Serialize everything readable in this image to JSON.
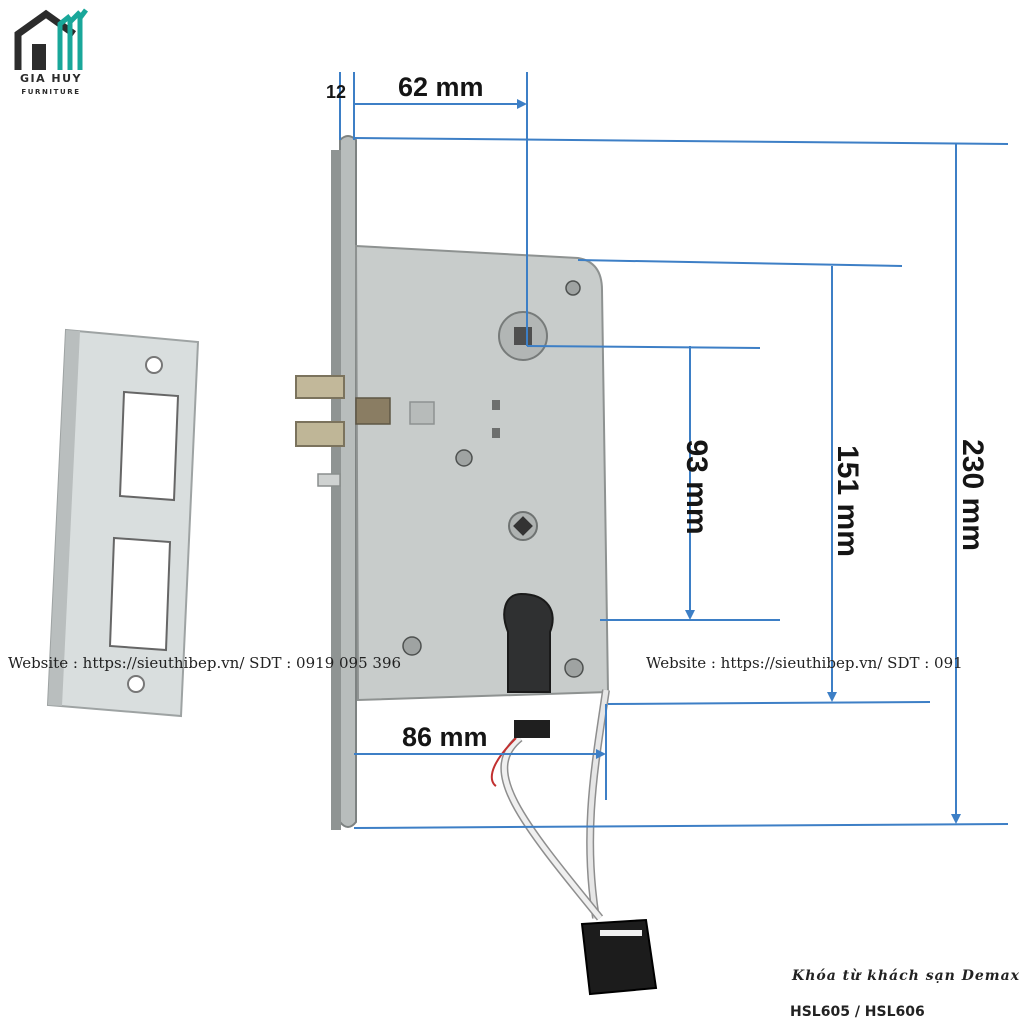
{
  "logo": {
    "name": "GIA HUY",
    "tagline": "FURNITURE",
    "colors": {
      "house": "#2c2c2c",
      "stripes": "#19a79a"
    }
  },
  "dimensions": {
    "faceplate_thickness": "12",
    "backset": "62 mm",
    "handle_to_cylinder": "93 mm",
    "case_height": "151 mm",
    "faceplate_height": "230 mm",
    "case_depth": "86 mm"
  },
  "watermarks": {
    "left": "Website : https://sieuthibep.vn/    SDT : 0919 095 396",
    "right": "Website : https://sieuthibep.vn/ SDT : 091"
  },
  "caption": "Khóa từ khách sạn Demax",
  "model": "HSL605 / HSL606",
  "colors": {
    "dimension_line": "#3d7fc6",
    "lock_body": "#c8cccb",
    "lock_edge": "#8e9291",
    "strike_plate": "#d9dede"
  }
}
